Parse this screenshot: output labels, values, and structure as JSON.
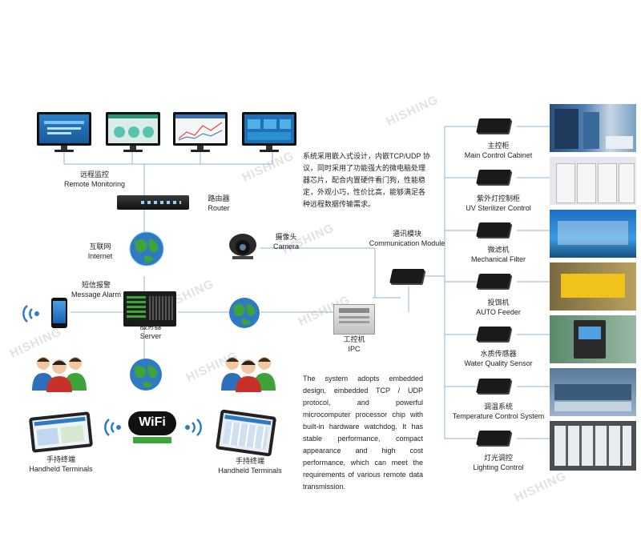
{
  "watermark": "HISHING",
  "nodes": {
    "remote_monitoring": {
      "cn": "远程监控",
      "en": "Remote Monitoring"
    },
    "router": {
      "cn": "路由器",
      "en": "Router"
    },
    "internet": {
      "cn": "互联网",
      "en": "Internet"
    },
    "message_alarm": {
      "cn": "短信报警",
      "en": "Message Alarm"
    },
    "server": {
      "cn": "服务器",
      "en": "Server"
    },
    "camera": {
      "cn": "摄像头",
      "en": "Camera"
    },
    "comm_module": {
      "cn": "通讯模块",
      "en": "Communication Module"
    },
    "ipc": {
      "cn": "工控机",
      "en": "IPC"
    },
    "handheld_left": {
      "cn": "手持终端",
      "en": "Handheld Terminals"
    },
    "handheld_right": {
      "cn": "手持终端",
      "en": "Handheld Terminals"
    },
    "wifi": "WiFi"
  },
  "description_cn": "系统采用嵌入式设计，内嵌TCP/UDP 协议，同时采用了功能强大的微电脑处理器芯片，配合内置硬件看门狗，性能稳定，外观小巧，性价比高，能够满足各种远程数据传输需求。",
  "description_en": "The system adopts embedded design, embedded TCP / UDP protocol, and powerful microcomputer processor chip with built-in hardware watchdog. It has stable performance, compact appearance and high cost performance, which can meet the requirements of various remote data transmission.",
  "controllers": [
    {
      "cn": "主控柜",
      "en": "Main Control Cabinet"
    },
    {
      "cn": "紫外灯控制柜",
      "en": "UV Sterilizer Control"
    },
    {
      "cn": "微滤机",
      "en": "Mechanical Filter"
    },
    {
      "cn": "投饵机",
      "en": "AUTO Feeder"
    },
    {
      "cn": "水质传感器",
      "en": "Water Quality Sensor"
    },
    {
      "cn": "调温系统",
      "en": "Temperature Control System"
    },
    {
      "cn": "灯光调控",
      "en": "Lighting Control"
    }
  ],
  "colors": {
    "accent_green": "#3fa33a",
    "globe_blue": "#2e7bc4",
    "line": "#8fb6d6"
  }
}
